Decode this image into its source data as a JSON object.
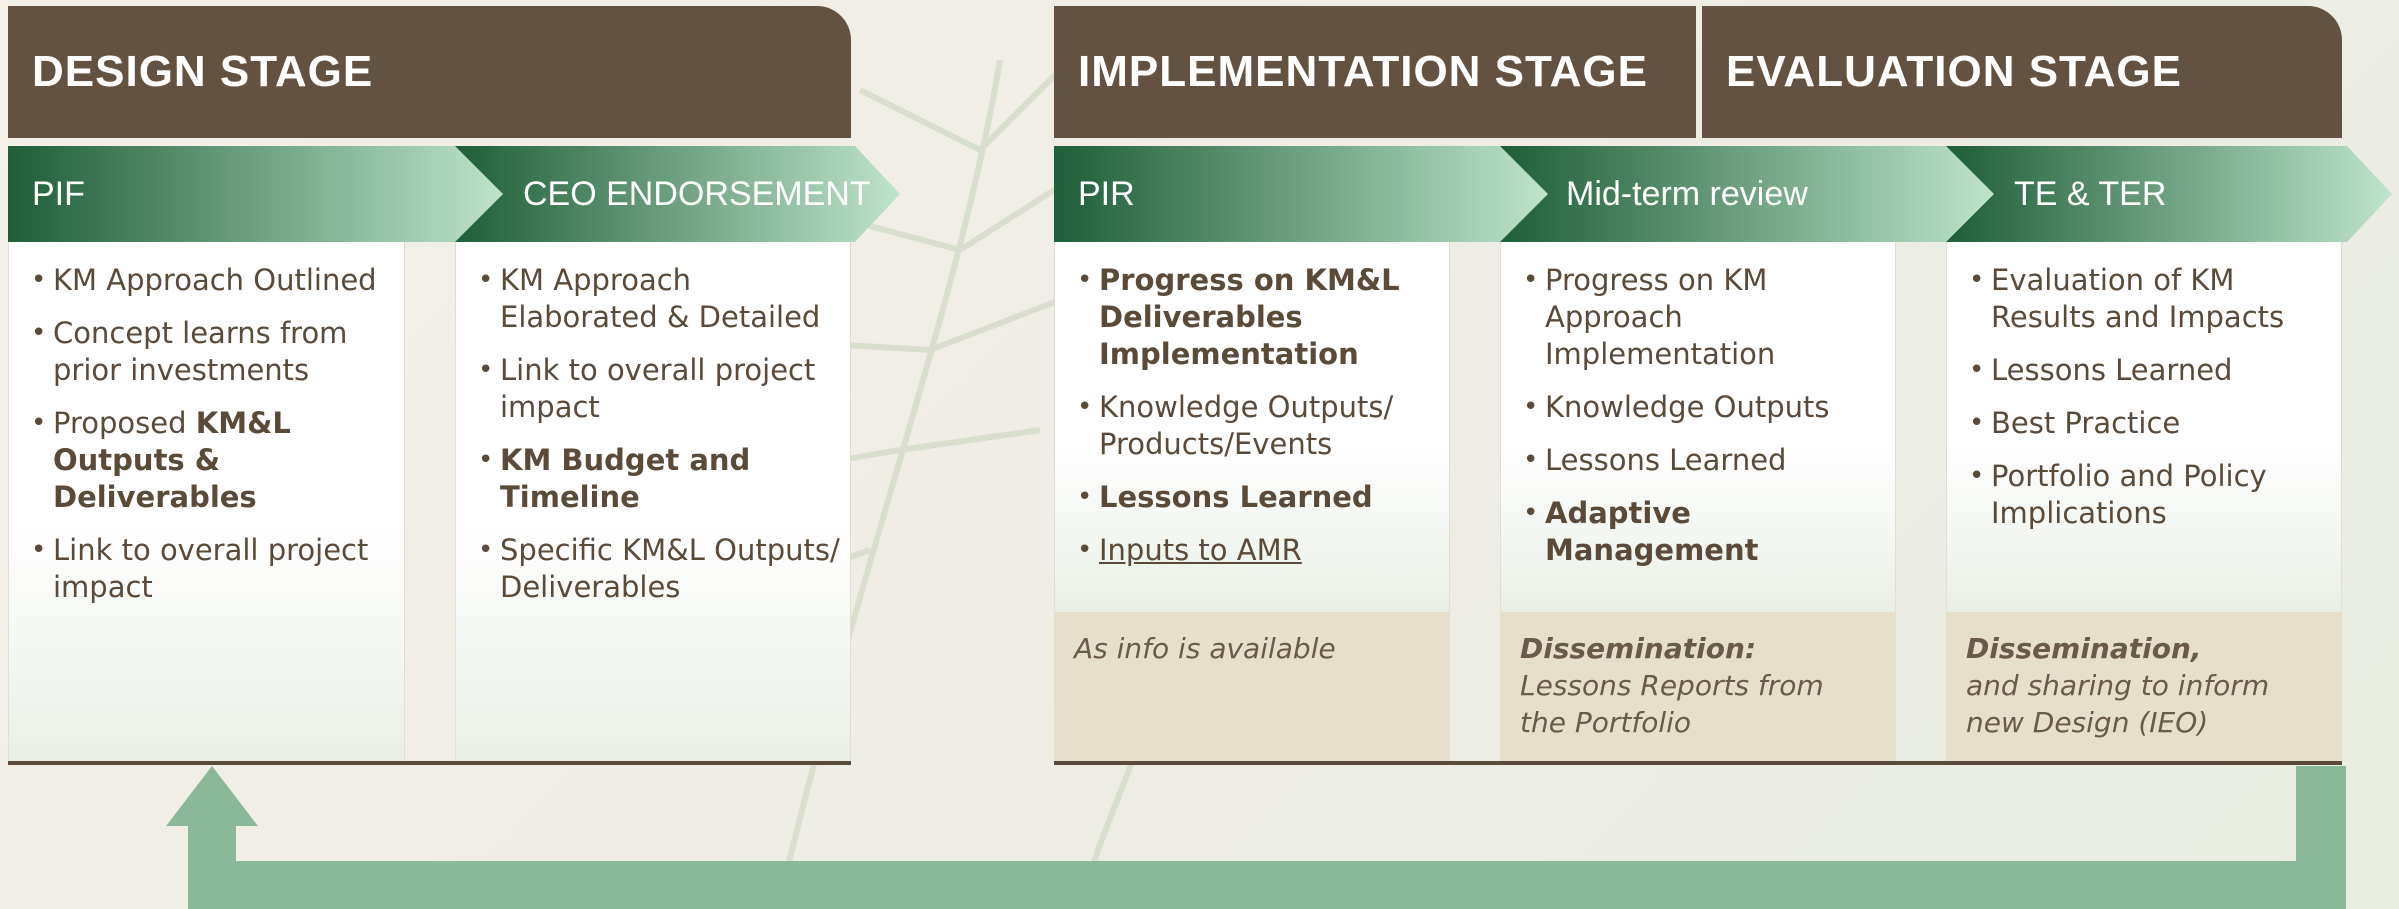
{
  "stages": {
    "design": "DESIGN STAGE",
    "implementation": "IMPLEMENTATION STAGE",
    "evaluation": "EVALUATION STAGE"
  },
  "phases": {
    "pif": {
      "title": "PIF",
      "items": [
        {
          "parts": [
            {
              "text": "KM Approach Outlined"
            }
          ]
        },
        {
          "parts": [
            {
              "text": "Concept learns from prior investments"
            }
          ]
        },
        {
          "parts": [
            {
              "text": "Proposed "
            },
            {
              "text": "KM&L Outputs & Deliverables",
              "bold": true
            }
          ]
        },
        {
          "parts": [
            {
              "text": "Link to overall project impact"
            }
          ]
        }
      ]
    },
    "ceo": {
      "title": "CEO ENDORSEMENT",
      "items": [
        {
          "parts": [
            {
              "text": "KM Approach Elaborated & Detailed"
            }
          ]
        },
        {
          "parts": [
            {
              "text": "Link to overall project impact"
            }
          ]
        },
        {
          "parts": [
            {
              "text": "KM Budget and Timeline",
              "bold": true
            }
          ]
        },
        {
          "parts": [
            {
              "text": "Specific KM&L Outputs/ Deliverables"
            }
          ]
        }
      ]
    },
    "pir": {
      "title": "PIR",
      "items": [
        {
          "parts": [
            {
              "text": "Progress on KM&L Deliverables Implementation",
              "bold": true
            }
          ]
        },
        {
          "parts": [
            {
              "text": "Knowledge Outputs/ Products/Events"
            }
          ]
        },
        {
          "parts": [
            {
              "text": "Lessons Learned",
              "bold": true
            }
          ]
        },
        {
          "parts": [
            {
              "text": "Inputs to AMR",
              "underline": true
            }
          ]
        }
      ],
      "note_title": "",
      "note_text": "As info is available"
    },
    "mtr": {
      "title": "Mid-term review",
      "items": [
        {
          "parts": [
            {
              "text": "Progress on KM Approach Implementation"
            }
          ]
        },
        {
          "parts": [
            {
              "text": "Knowledge Outputs"
            }
          ]
        },
        {
          "parts": [
            {
              "text": "Lessons Learned"
            }
          ]
        },
        {
          "parts": [
            {
              "text": "Adaptive Management",
              "bold": true
            }
          ]
        }
      ],
      "note_title": "Dissemination:",
      "note_text": "Lessons Reports from the Portfolio"
    },
    "te": {
      "title": "TE & TER",
      "items": [
        {
          "parts": [
            {
              "text": "Evaluation of KM Results and Impacts"
            }
          ]
        },
        {
          "parts": [
            {
              "text": "Lessons Learned"
            }
          ]
        },
        {
          "parts": [
            {
              "text": "Best Practice"
            }
          ]
        },
        {
          "parts": [
            {
              "text": "Portfolio and Policy Implications"
            }
          ]
        }
      ],
      "note_title": "Dissemination,",
      "note_text": "and sharing to inform new Design (IEO)"
    }
  },
  "colors": {
    "header_brown": "#635241",
    "phase_green_dark": "#1e5e38",
    "phase_green_light": "#bfe4cc",
    "feedback_arrow": "#8cb89a",
    "note_beige": "#e6dfcc"
  }
}
